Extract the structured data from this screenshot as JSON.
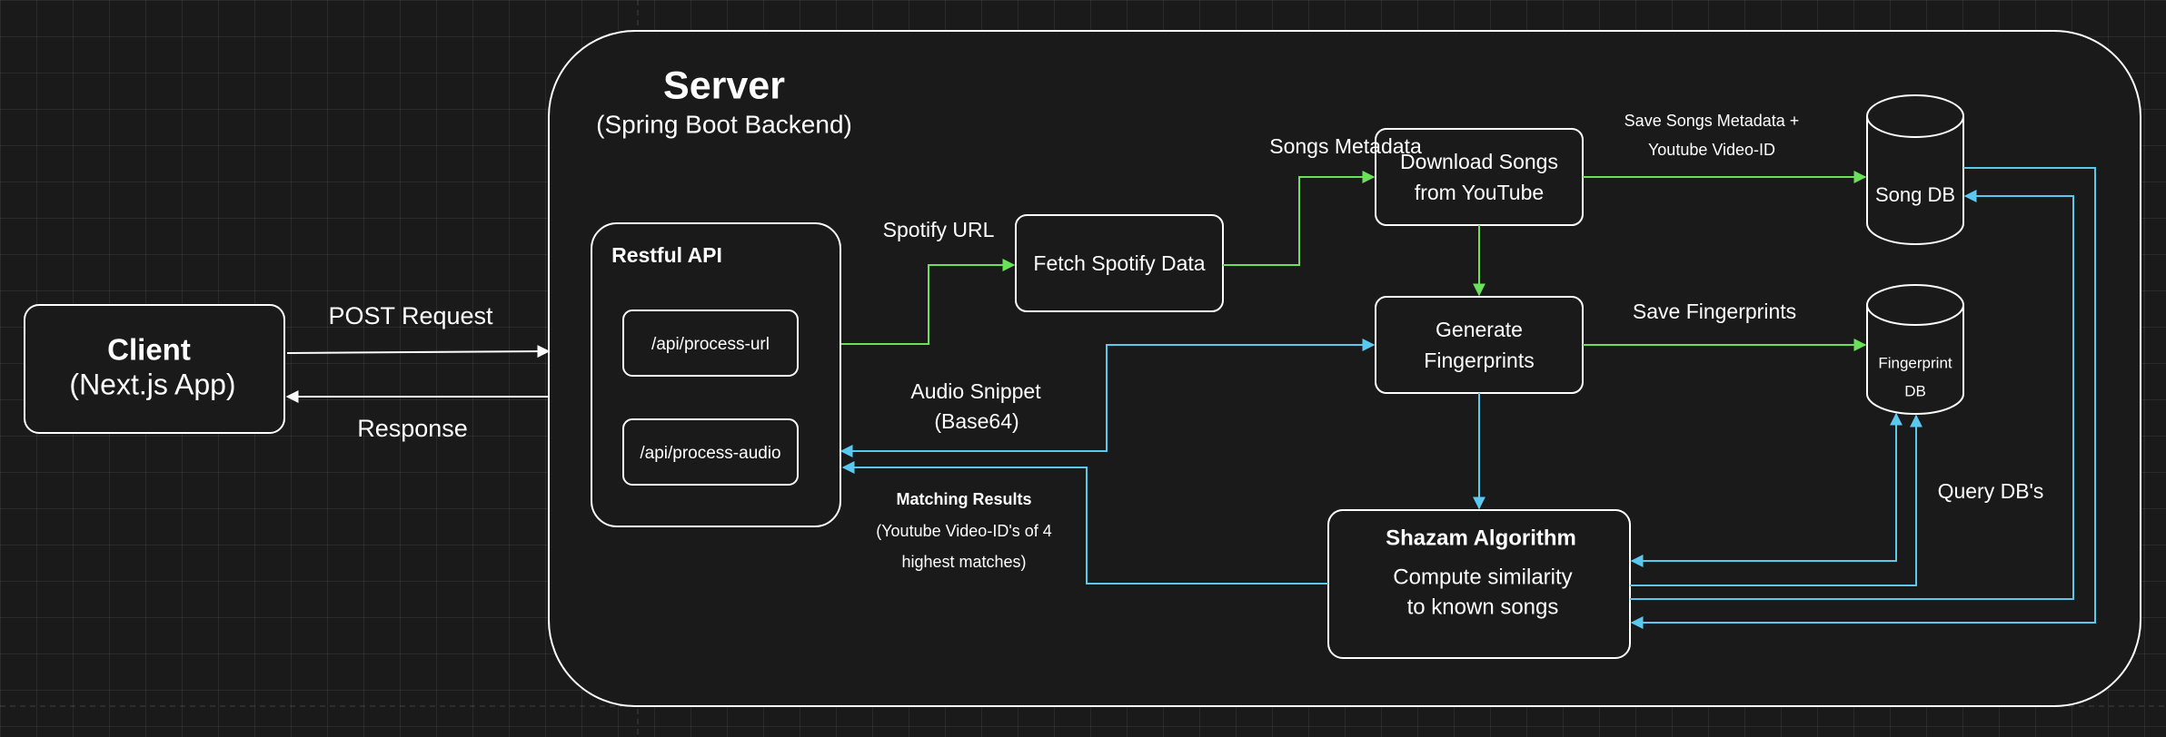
{
  "colors": {
    "background": "#1a1a1a",
    "white": "#ffffff",
    "green": "#6be05b",
    "blue": "#5bc8f0"
  },
  "client": {
    "title": "Client",
    "subtitle": "(Next.js App)"
  },
  "server": {
    "title": "Server",
    "subtitle": "(Spring Boot Backend)"
  },
  "restful_api": {
    "title": "Restful API",
    "endpoint_url": "/api/process-url",
    "endpoint_audio": "/api/process-audio"
  },
  "nodes": {
    "fetch_spotify": "Fetch Spotify Data",
    "download_songs": [
      "Download Songs",
      "from YouTube"
    ],
    "generate_fingerprints": [
      "Generate",
      "Fingerprints"
    ],
    "shazam": {
      "title": "Shazam Algorithm",
      "lines": [
        "Compute similarity",
        "to known songs"
      ]
    },
    "song_db": "Song DB",
    "fingerprint_db": [
      "Fingerprint",
      "DB"
    ]
  },
  "edge_labels": {
    "post_request": "POST Request",
    "response": "Response",
    "spotify_url": "Spotify URL",
    "songs_metadata": "Songs Metadata",
    "save_songs_metadata": [
      "Save Songs Metadata +",
      "Youtube Video-ID"
    ],
    "save_fingerprints": "Save Fingerprints",
    "audio_snippet": [
      "Audio Snippet",
      "(Base64)"
    ],
    "matching_results": {
      "title": "Matching Results",
      "lines": [
        "(Youtube Video-ID's of 4",
        "highest matches)"
      ]
    },
    "query_dbs": "Query DB's"
  }
}
